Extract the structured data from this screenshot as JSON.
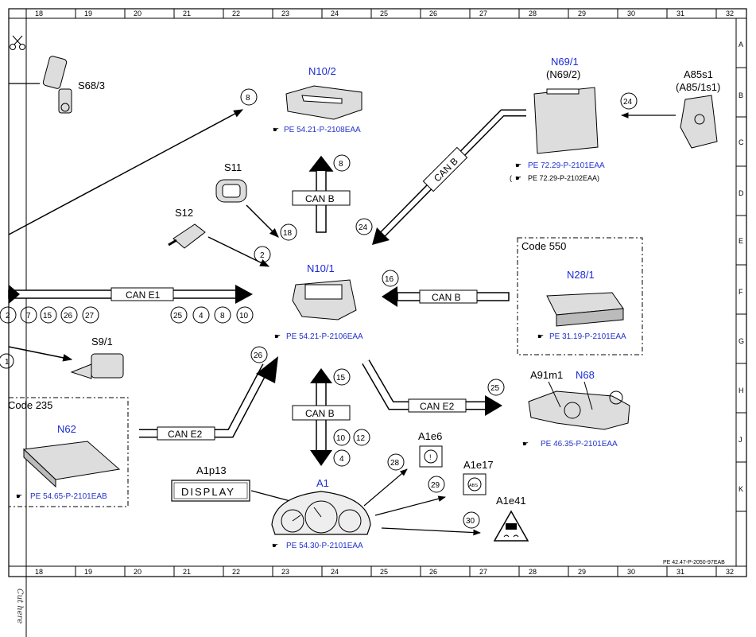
{
  "grid": {
    "columns": [
      "18",
      "19",
      "20",
      "21",
      "22",
      "23",
      "24",
      "25",
      "26",
      "27",
      "28",
      "29",
      "30",
      "31",
      "32"
    ],
    "rows": [
      "A",
      "B",
      "C",
      "D",
      "E",
      "F",
      "G",
      "H",
      "J",
      "K"
    ]
  },
  "components": {
    "s68_3": "S68/3",
    "n10_2": "N10/2",
    "n69_1": "N69/1",
    "n69_2": "(N69/2)",
    "a85s1": "A85s1",
    "a85_1s1": "(A85/1s1)",
    "s11": "S11",
    "s12": "S12",
    "n10_1": "N10/1",
    "code550": "Code 550",
    "n28_1": "N28/1",
    "s9_1": "S9/1",
    "a91m1": "A91m1",
    "n68": "N68",
    "code235": "Code 235",
    "n62": "N62",
    "a1p13": "A1p13",
    "display": "DISPLAY",
    "a1": "A1",
    "a1e6": "A1e6",
    "a1e17": "A1e17",
    "a1e41": "A1e41",
    "abs": "ABS"
  },
  "refs": {
    "n10_2": "PE 54.21-P-2108EAA",
    "n69_1": "PE 72.29-P-2101EAA",
    "n69_2_open": "(",
    "n69_2": "PE 72.29-P-2102EAA)",
    "n10_1": "PE 54.21-P-2106EAA",
    "n28_1": "PE 31.19-P-2101EAA",
    "a91m1": "PE 46.35-P-2101EAA",
    "n62": "PE 54.65-P-2101EAB",
    "a1": "PE 54.30-P-2101EAA"
  },
  "bus": {
    "can_b": "CAN B",
    "can_e1": "CAN E1",
    "can_e2": "CAN E2"
  },
  "numbers": {
    "n8a": "8",
    "n8b": "8",
    "n24a": "24",
    "n18": "18",
    "n2": "2",
    "n24b": "24",
    "n16": "16",
    "n25a": "25",
    "n4a": "4",
    "n8c": "8",
    "n10a": "10",
    "n15a": "15",
    "n26a": "26",
    "n27": "27",
    "n26b": "26",
    "n15b": "15",
    "n25b": "25",
    "n10b": "10",
    "n12": "12",
    "n4b": "4",
    "n28": "28",
    "n29": "29",
    "n30": "30",
    "n2partial": "2",
    "n7partial": "7",
    "n1partial": "1"
  },
  "footer": {
    "drawing_id": "PE 42.47-P-2050-97EAB",
    "cut_here": "Cut here"
  }
}
